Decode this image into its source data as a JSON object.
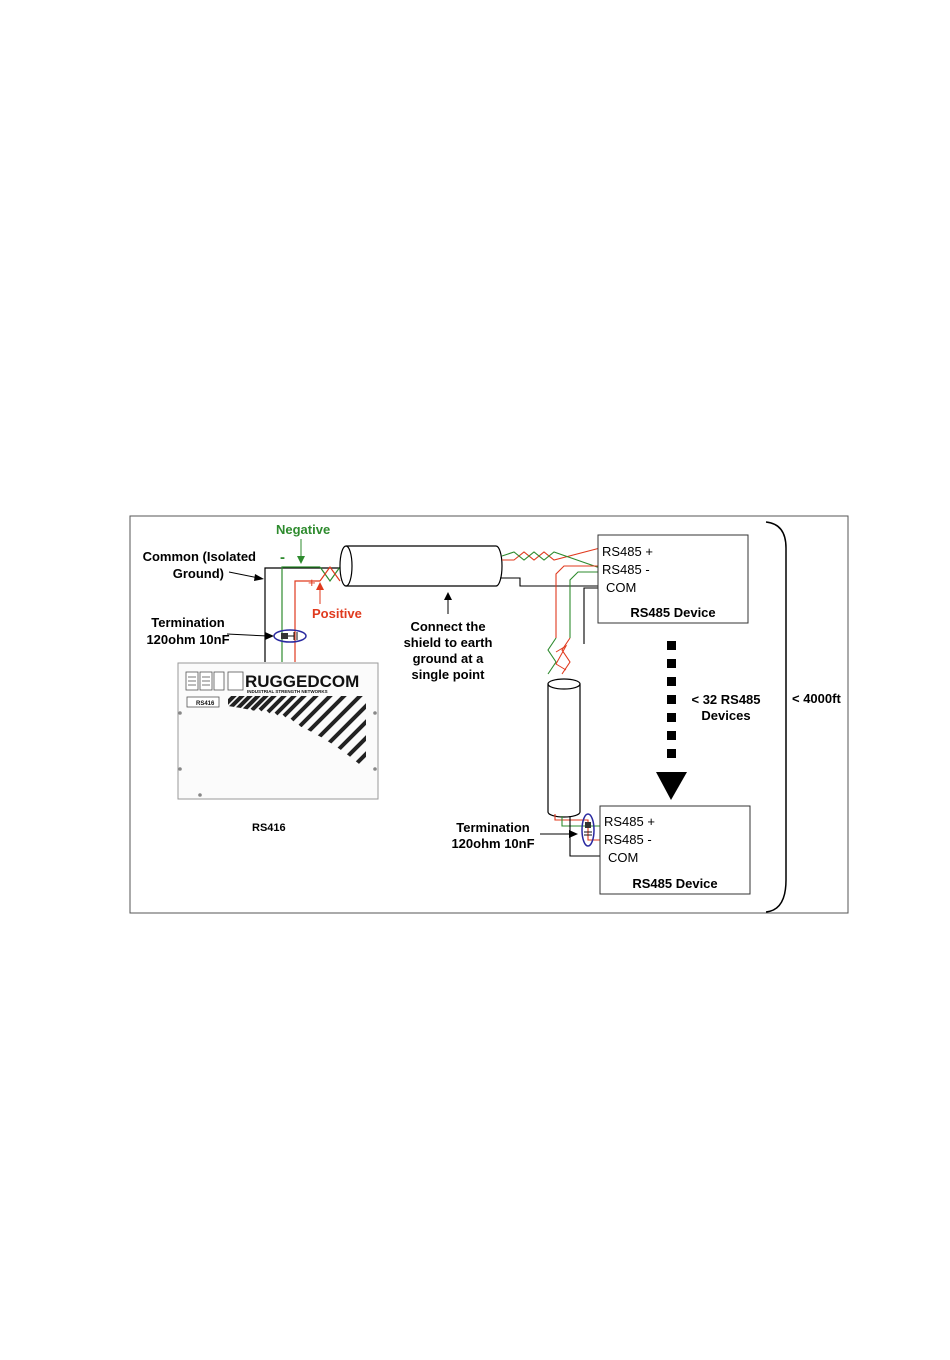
{
  "diagram": {
    "labels": {
      "negative": "Negative",
      "neg_sign": "-",
      "positive": "Positive",
      "pos_sign": "+",
      "common_line1": "Common (Isolated",
      "common_line2": "Ground)",
      "termination1_line1": "Termination",
      "termination1_line2": "120ohm 10nF",
      "shield_line1": "Connect the",
      "shield_line2": "shield to earth",
      "shield_line3": "ground at a",
      "shield_line4": "single point",
      "device_count_line1": "< 32 RS485",
      "device_count_line2": "Devices",
      "distance": "< 4000ft",
      "termination2_line1": "Termination",
      "termination2_line2": "120ohm 10nF",
      "rs416_caption": "RS416"
    },
    "device_top": {
      "pin_plus": "RS485 +",
      "pin_minus": "RS485 -",
      "pin_com": "COM",
      "title": "RS485 Device"
    },
    "device_bottom": {
      "pin_plus": "RS485 +",
      "pin_minus": "RS485 -",
      "pin_com": "COM",
      "title": "RS485 Device"
    },
    "rs416": {
      "logo_text": "RUGGEDCOM",
      "logo_tagline": "INDUSTRIAL STRENGTH NETWORKS",
      "model_tag": "RS416"
    },
    "colors": {
      "negative_wire": "#2e8b2e",
      "positive_wire": "#e03a1e",
      "common_wire": "#000000",
      "termination_ring": "#2a2aa0"
    }
  }
}
